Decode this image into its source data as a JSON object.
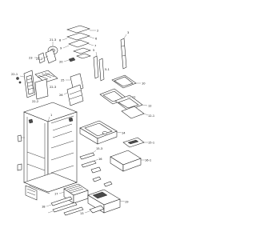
{
  "labels": {
    "shelf_top": "2",
    "hinge": "3",
    "guard_top": "6",
    "guard_top_side": "7",
    "guard_top_b": "8",
    "crisper_top": "9",
    "small_part": "20",
    "motor": "23",
    "fan_assy": "21-3",
    "fan_cover": "21-2",
    "ice_bin_a": "22-1",
    "ice_bin_b": "22-2",
    "ice_bin_c": "22-3",
    "tray_a": "25",
    "tray_b": "26",
    "rail_right": "5",
    "rail_right_b": "5-1",
    "shelf_right_a": "10",
    "shelf_right_b": "11",
    "shelf_right_c": "12",
    "shelf_right_d": "12-1",
    "cabinet": "1",
    "door_left": "14",
    "drawer_a": "15-1",
    "drawer_b": "16-1",
    "drawer_c": "15-3",
    "drawer_d": "16",
    "drawer_e": "17",
    "bottom_a": "18",
    "bottom_b": "19",
    "bottom_c": "13"
  },
  "colors": {
    "line": "#1a1a1a",
    "background": "#ffffff",
    "dark_fill": "#4a4a4a"
  }
}
